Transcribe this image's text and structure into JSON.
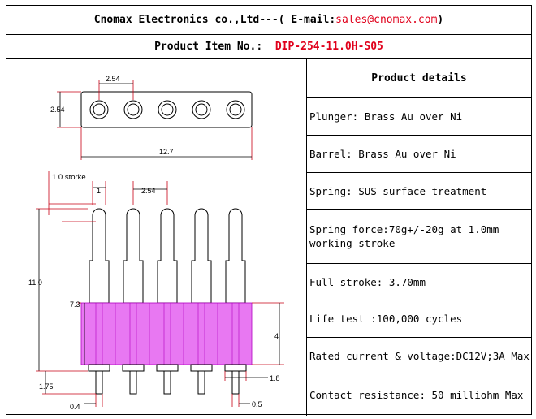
{
  "header": {
    "company": "Cnomax Electronics co.,Ltd---( E-mail: ",
    "email": "sales@cnomax.com",
    "close": ")",
    "item_label": "Product Item No.:",
    "item_no": "DIP-254-11.0H-S05"
  },
  "drawing": {
    "top_pitch": "2.54",
    "top_height": "2.54",
    "total_width": "12.7",
    "stroke_label": "1.0 storke",
    "pin_width": "1",
    "side_pitch": "2.54",
    "total_height": "11.0",
    "body_top": "7.3",
    "body_height": "4",
    "tail_length": "1.75",
    "head_dia": "1.8",
    "tail_dia": "0.4",
    "tail_width": "0.5",
    "colors": {
      "body": "#e878f2",
      "line": "#000000",
      "dim": "#c80014"
    }
  },
  "details": {
    "title": "Product details",
    "rows": [
      "Plunger: Brass Au over Ni",
      "Barrel: Brass Au over Ni",
      "Spring: SUS surface treatment",
      "Spring force:70g+/-20g at 1.0mm working stroke",
      "Full stroke: 3.70mm",
      "Life test :100,000 cycles",
      "Rated current & voltage:DC12V;3A Max",
      "Contact resistance: 50 milliohm Max"
    ]
  }
}
